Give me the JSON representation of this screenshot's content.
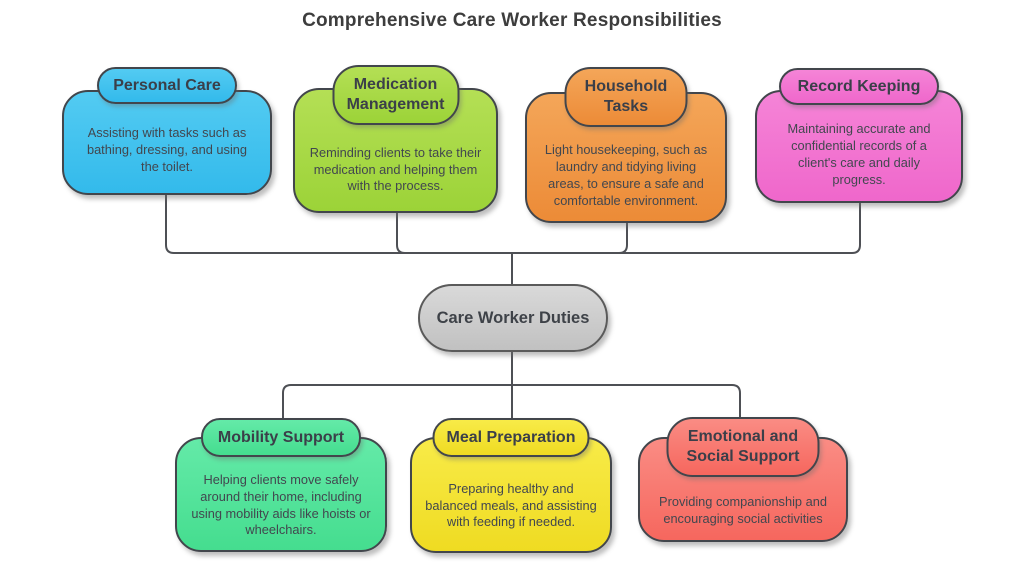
{
  "title": "Comprehensive Care Worker Responsibilities",
  "center_node": {
    "label": "Care Worker Duties",
    "fill_light": "#d9d9d9",
    "fill_dark": "#c1c1c1"
  },
  "nodes": {
    "top": [
      {
        "title": "Personal Care",
        "description": "Assisting with tasks such as bathing, dressing, and using the toilet.",
        "fill_light": "#53cbf2",
        "fill_dark": "#33baeb"
      },
      {
        "title": "Medication Management",
        "description": "Reminding clients to take their medication and helping them with the process.",
        "fill_light": "#b4df55",
        "fill_dark": "#9cd338"
      },
      {
        "title": "Household Tasks",
        "description": "Light housekeeping, such as laundry and tidying living areas, to ensure a safe and comfortable environment.",
        "fill_light": "#f4a659",
        "fill_dark": "#ec8b37"
      },
      {
        "title": "Record Keeping",
        "description": "Maintaining accurate and confidential records of a client's care and daily progress.",
        "fill_light": "#f584d7",
        "fill_dark": "#ef67cb"
      }
    ],
    "bottom": [
      {
        "title": "Mobility Support",
        "description": "Helping clients move safely around their home, including using mobility aids like hoists or wheelchairs.",
        "fill_light": "#64eaa8",
        "fill_dark": "#45dd8f"
      },
      {
        "title": "Meal Preparation",
        "description": "Preparing healthy and balanced meals, and assisting with feeding if needed.",
        "fill_light": "#f8eb48",
        "fill_dark": "#efdb22"
      },
      {
        "title": "Emotional and Social Support",
        "description": "Providing companionship and encouraging social activities",
        "fill_light": "#fa8c84",
        "fill_dark": "#f6675e"
      }
    ]
  },
  "colors": {
    "border": "#42464c",
    "connector_line": "#4e5055",
    "title_text": "#3d3d3d",
    "body_text": "#42474f",
    "background": "#ffffff"
  }
}
